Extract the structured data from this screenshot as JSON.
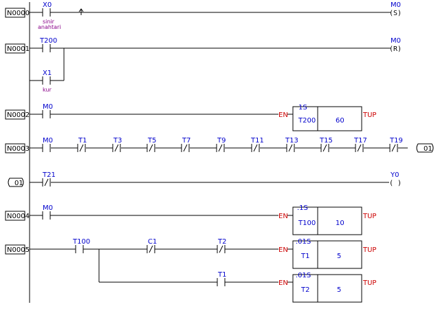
{
  "rungs": [
    {
      "tag": "N0000"
    },
    {
      "tag": "N0001"
    },
    {
      "tag": "N0002"
    },
    {
      "tag": "N0003"
    },
    {
      "tag": "_01"
    },
    {
      "tag": "N0004"
    },
    {
      "tag": "N0005"
    }
  ],
  "contacts": {
    "x0": "X0",
    "x0_comment_1": "sinir",
    "x0_comment_2": "anahtari",
    "t200": "T200",
    "x1": "X1",
    "x1_comment": "kur",
    "m0_r2": "M0",
    "m0_r3": "M0",
    "t1": "T1",
    "t3": "T3",
    "t5": "T5",
    "t7": "T7",
    "t9": "T9",
    "t11": "T11",
    "t13": "T13",
    "t15": "T15",
    "t17": "T17",
    "t19": "T19",
    "t21": "T21",
    "m0_r5": "M0",
    "t100": "T100",
    "c1": "C1",
    "t2": "T2",
    "t1_b": "T1"
  },
  "coils": {
    "m0_set": {
      "name": "M0",
      "symbol": "(S)"
    },
    "m0_reset": {
      "name": "M0",
      "symbol": "(R)"
    },
    "y0": {
      "name": "Y0",
      "symbol": "( )"
    },
    "jump": "_01"
  },
  "timers": [
    {
      "en": "EN",
      "base": "1S",
      "name": "T200",
      "preset": "60",
      "out": "TUP"
    },
    {
      "en": "EN",
      "base": ".1S",
      "name": "T100",
      "preset": "10",
      "out": "TUP"
    },
    {
      "en": "EN",
      "base": ".01S",
      "name": "T1",
      "preset": "5",
      "out": "TUP"
    },
    {
      "en": "EN",
      "base": ".01S",
      "name": "T2",
      "preset": "5",
      "out": "TUP"
    }
  ],
  "colors": {
    "label": "#0000cc",
    "comment": "#880088",
    "block_text": "#cc0000",
    "background": "#ffffff"
  }
}
